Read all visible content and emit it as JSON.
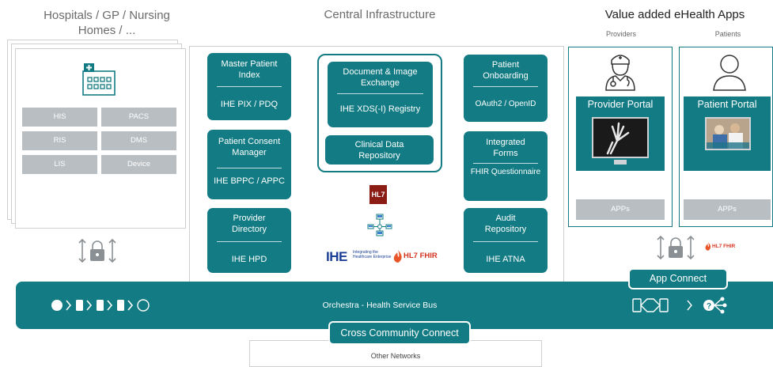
{
  "headers": {
    "hospitals": "Hospitals / GP / Nursing Homes / ...",
    "central": "Central Infrastructure",
    "apps": "Value added eHealth Apps",
    "providers_caption": "Providers",
    "patients_caption": "Patients"
  },
  "hospital_systems": [
    "HIS",
    "PACS",
    "RIS",
    "DMS",
    "LIS",
    "Device"
  ],
  "services": {
    "mpi": {
      "title": "Master Patient Index",
      "standard": "IHE PIX / PDQ"
    },
    "consent": {
      "title": "Patient Consent Manager",
      "standard": "IHE BPPC / APPC"
    },
    "provider_dir": {
      "title": "Provider Directory",
      "standard": "IHE HPD"
    },
    "doc_exchange": {
      "title": "Document & Image Exchange",
      "standard": "IHE XDS(-I) Registry"
    },
    "clinical_repo": {
      "title": "Clinical Data Repository"
    },
    "onboarding": {
      "title": "Patient Onboarding",
      "standard": "OAuth2 / OpenID"
    },
    "forms": {
      "title": "Integrated Forms",
      "standard": "FHIR Questionnaire"
    },
    "audit": {
      "title": "Audit Repository",
      "standard": "IHE ATNA"
    }
  },
  "logos": {
    "hl7": "HL7",
    "ihe": "IHE",
    "ihe_tagline": "Integrating the Healthcare Enterprise",
    "hl7_fhir": "HL7 FHIR",
    "hl7_fhir_small": "HL7 FHIR"
  },
  "portals": {
    "provider": {
      "label": "Provider Portal",
      "apps": "APPs"
    },
    "patient": {
      "label": "Patient Portal",
      "apps": "APPs"
    }
  },
  "bus": {
    "label": "Orchestra - Health Service Bus",
    "app_connect": "App Connect",
    "cross_community": "Cross Community Connect",
    "other_networks": "Other Networks"
  },
  "colors": {
    "teal": "#127b83",
    "grey_box": "#b9bec2",
    "fhir_red": "#d3321f"
  }
}
